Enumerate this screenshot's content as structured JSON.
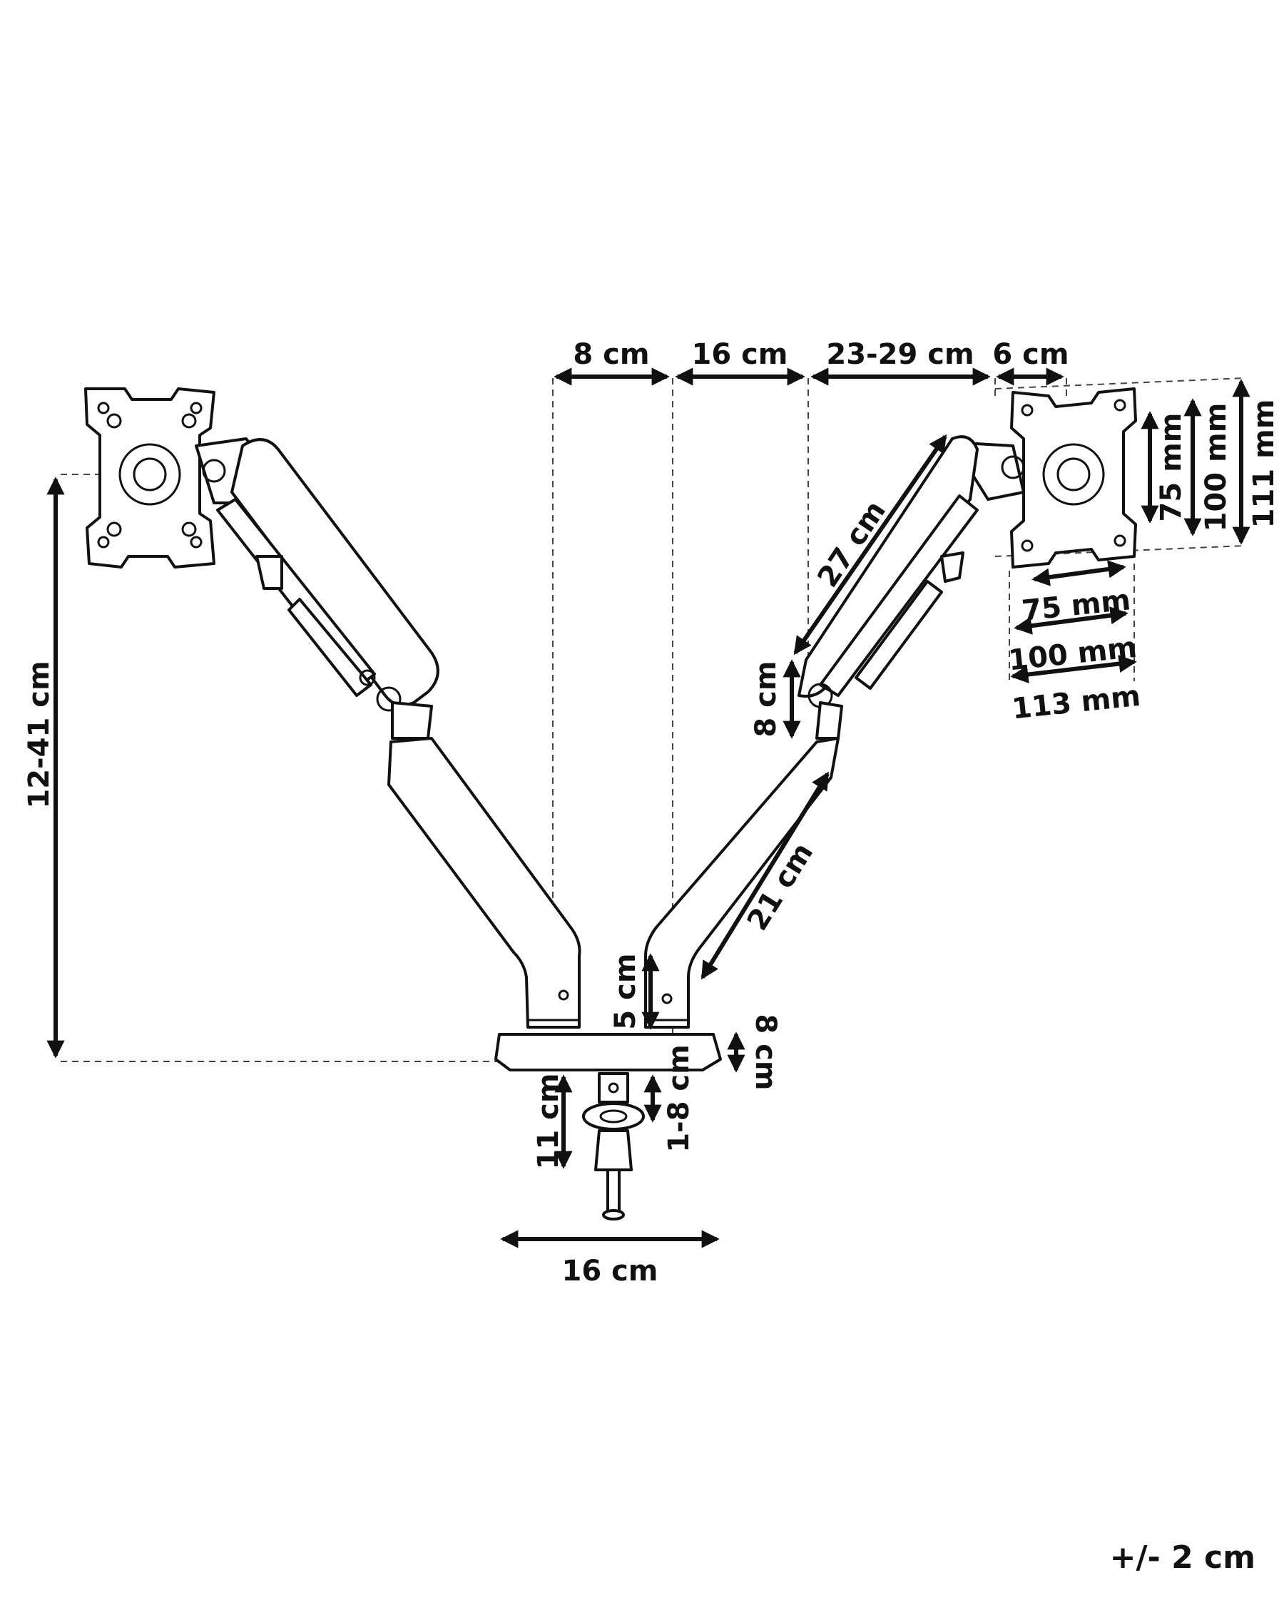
{
  "dimensions": {
    "top_left_gap": "8 cm",
    "top_center": "16 cm",
    "top_reach": "23-29 cm",
    "top_vesa_depth": "6 cm",
    "height_range": "12-41 cm",
    "upper_arm_length": "27 cm",
    "elbow_height": "8 cm",
    "lower_arm_length": "21 cm",
    "pole_height": "5 cm",
    "base_thickness": "8 cm",
    "clamp_height": "11 cm",
    "desk_thickness": "1-8 cm",
    "base_width": "16 cm",
    "vesa_v_75": "75 mm",
    "vesa_v_100": "100 mm",
    "vesa_v_111": "111 mm",
    "vesa_h_75": "75 mm",
    "vesa_h_100": "100 mm",
    "vesa_h_113": "113 mm"
  },
  "tolerance": "+/- 2 cm"
}
